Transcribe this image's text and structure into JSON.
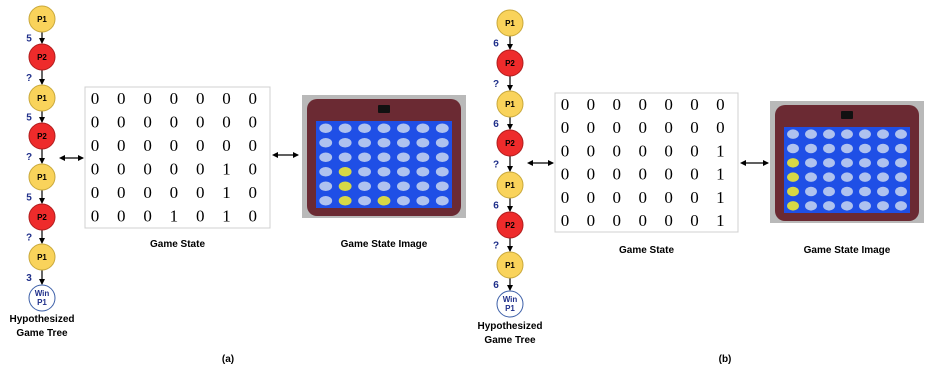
{
  "colors": {
    "p1_fill": "#f9d35b",
    "p1_stroke": "#c9a83a",
    "p2_fill": "#ee2b2b",
    "p2_stroke": "#b11d1d",
    "win_fill": "#ffffff",
    "win_stroke": "#3c5fa8",
    "edge_label": "#1f2f8a",
    "board_blue": "#1f4fe6",
    "device_frame": "#6b2a33",
    "disc_yellow": "#d7d846",
    "disc_empty": "#c9d6f0"
  },
  "panels": [
    {
      "caption": "(a)",
      "tree": {
        "nodes": [
          "P1",
          "P2",
          "P1",
          "P2",
          "P1",
          "P2",
          "P1"
        ],
        "edges": [
          "5",
          "?",
          "5",
          "?",
          "5",
          "?",
          "3"
        ],
        "final": [
          "Win",
          "P1"
        ],
        "label": [
          "Hypothesized",
          "Game Tree"
        ]
      },
      "game_state": {
        "label": "Game State",
        "rows": [
          [
            "0",
            "0",
            "0",
            "0",
            "0",
            "0",
            "0"
          ],
          [
            "0",
            "0",
            "0",
            "0",
            "0",
            "0",
            "0"
          ],
          [
            "0",
            "0",
            "0",
            "0",
            "0",
            "0",
            "0"
          ],
          [
            "0",
            "0",
            "0",
            "0",
            "0",
            "1",
            "0"
          ],
          [
            "0",
            "0",
            "0",
            "0",
            "0",
            "1",
            "0"
          ],
          [
            "0",
            "0",
            "0",
            "1",
            "0",
            "1",
            "0"
          ]
        ]
      },
      "image": {
        "label": "Game State Image",
        "yellow_discs": [
          [
            3,
            1
          ],
          [
            4,
            1
          ],
          [
            5,
            1
          ],
          [
            5,
            3
          ]
        ]
      }
    },
    {
      "caption": "(b)",
      "tree": {
        "nodes": [
          "P1",
          "P2",
          "P1",
          "P2",
          "P1",
          "P2",
          "P1"
        ],
        "edges": [
          "6",
          "?",
          "6",
          "?",
          "6",
          "?",
          "6"
        ],
        "final": [
          "Win",
          "P1"
        ],
        "label": [
          "Hypothesized",
          "Game Tree"
        ]
      },
      "game_state": {
        "label": "Game State",
        "rows": [
          [
            "0",
            "0",
            "0",
            "0",
            "0",
            "0",
            "0"
          ],
          [
            "0",
            "0",
            "0",
            "0",
            "0",
            "0",
            "0"
          ],
          [
            "0",
            "0",
            "0",
            "0",
            "0",
            "0",
            "1"
          ],
          [
            "0",
            "0",
            "0",
            "0",
            "0",
            "0",
            "1"
          ],
          [
            "0",
            "0",
            "0",
            "0",
            "0",
            "0",
            "1"
          ],
          [
            "0",
            "0",
            "0",
            "0",
            "0",
            "0",
            "1"
          ]
        ]
      },
      "image": {
        "label": "Game State Image",
        "yellow_discs": [
          [
            2,
            0
          ],
          [
            3,
            0
          ],
          [
            4,
            0
          ],
          [
            5,
            0
          ]
        ]
      }
    }
  ]
}
